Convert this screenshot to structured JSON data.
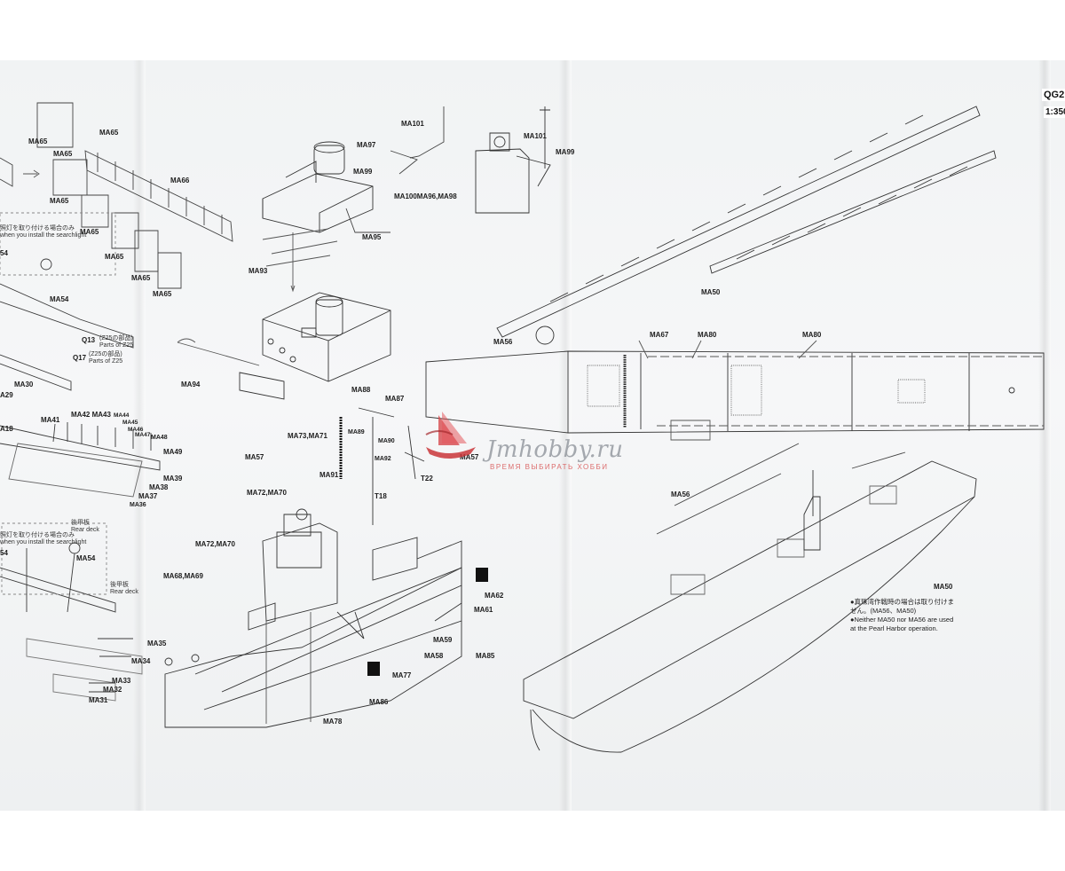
{
  "header": {
    "code": "QG2",
    "scale": "1:350"
  },
  "labels": {
    "ma65": "MA65",
    "ma66": "MA66",
    "ma54": "MA54",
    "ma93": "MA93",
    "ma94": "MA94",
    "ma95": "MA95",
    "ma97": "MA97",
    "ma99": "MA99",
    "ma101": "MA101",
    "ma100_96_98": "MA100MA96,MA98",
    "ma50": "MA50",
    "ma56": "MA56",
    "ma67": "MA67",
    "ma80": "MA80",
    "ma88": "MA88",
    "ma87": "MA87",
    "ma89": "MA89",
    "ma90": "MA90",
    "ma92": "MA92",
    "ma91": "MA91",
    "ma57": "MA57",
    "ma73_71": "MA73,MA71",
    "ma72_70": "MA72,MA70",
    "ma68_69": "MA68,MA69",
    "t18": "T18",
    "t22": "T22",
    "ma62": "MA62",
    "ma61": "MA61",
    "ma59": "MA59",
    "ma58": "MA58",
    "ma85": "MA85",
    "ma77": "MA77",
    "ma86": "MA86",
    "ma78": "MA78",
    "ma41": "MA41",
    "ma42_43": "MA42 MA43",
    "ma44": "MA44",
    "ma45": "MA45",
    "ma46": "MA46",
    "ma47": "MA47",
    "ma48": "MA48",
    "ma49": "MA49",
    "ma18": "A18",
    "ma39": "MA39",
    "ma38": "MA38",
    "ma37": "MA37",
    "ma36": "MA36",
    "ma30": "MA30",
    "ma29": "A29",
    "ma35": "MA35",
    "ma34": "MA34",
    "ma33": "MA33",
    "ma32": "MA32",
    "ma31": "MA31",
    "q13": "Q13",
    "q17": "Q17",
    "ma54_left": "54"
  },
  "annotations": {
    "q13_jp": "(Z25の部品)",
    "q13_en": "Parts of Z25",
    "q17_jp": "(Z25の部品)",
    "q17_en": "Parts of Z25",
    "rear_deck_jp": "後甲板",
    "rear_deck_en": "Rear deck",
    "searchlight_jp_1": "照灯を取り付ける場合のみ",
    "searchlight_en_1": "when you install the searchlight",
    "searchlight_jp_2": "照灯を取り付ける場合のみ",
    "searchlight_en_2": "when you install the searchlight",
    "rear_deck2_jp": "後甲板",
    "rear_deck2_en": "Rear deck"
  },
  "note": {
    "jp_line1": "●真珠湾作戦時の場合は取り付けま",
    "jp_line2": "せん。(MA56、MA50)",
    "en_line1": "●Neither MA50 nor MA56 are used",
    "en_line2": "at the Pearl Harbor operation."
  },
  "watermark": {
    "brand": "Jmhobby.ru",
    "tagline": "ВРЕМЯ ВЫБИРАТЬ ХОББИ"
  }
}
